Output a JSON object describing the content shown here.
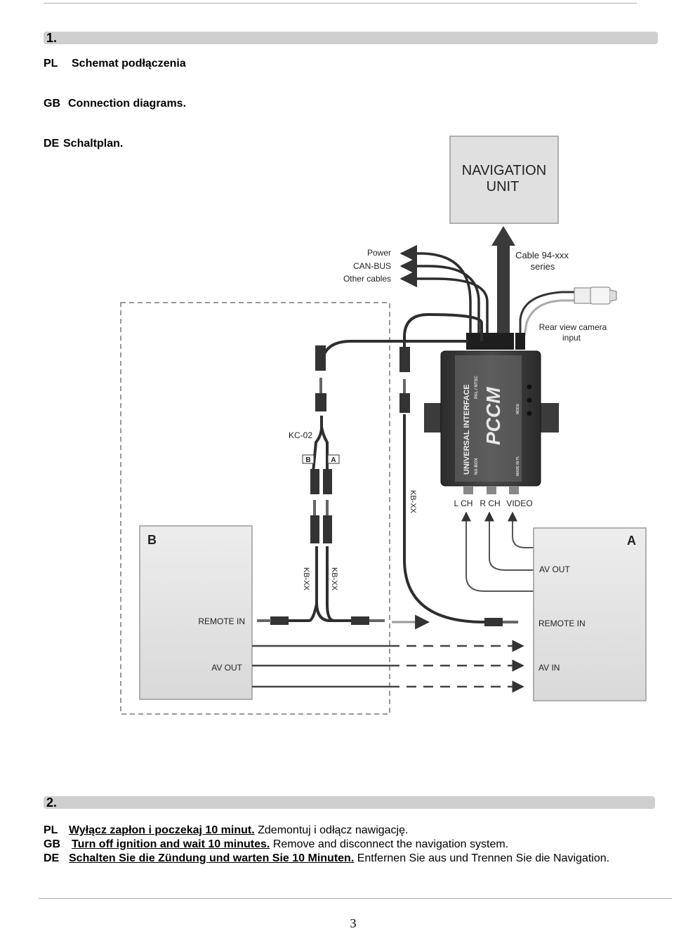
{
  "section1": {
    "number": "1.",
    "lines": [
      {
        "code": "PL",
        "text": "Schemat podłączenia"
      },
      {
        "code": "GB",
        "text": "Connection diagrams."
      },
      {
        "code": "DE",
        "text": "Schaltplan."
      }
    ]
  },
  "diagram": {
    "navigation_unit": [
      "NAVIGATION",
      "UNIT"
    ],
    "power": "Power",
    "can_bus": "CAN-BUS",
    "other_cables": "Other cables",
    "cable_series": [
      "Cable 94-xxx",
      "series"
    ],
    "rear_camera": [
      "Rear view camera",
      "input"
    ],
    "kc02": "KC-02",
    "tag_b": "B",
    "tag_a": "A",
    "kbxx": "KB-XX",
    "interface_title": "UNIVERSAL INTERFACE",
    "interface_brand": "PCCM",
    "interface_model": "NA-BOX",
    "interface_standard": "PAL / NTSC",
    "interface_made": "MADE IN PL",
    "interface_mode": "MODE",
    "lch": "L CH",
    "rch": "R CH",
    "video": "VIDEO",
    "box_b": {
      "label": "B",
      "remote_in": "REMOTE IN",
      "av_out": "AV OUT"
    },
    "box_a": {
      "label": "A",
      "av_out": "AV OUT",
      "remote_in": "REMOTE IN",
      "av_in": "AV IN"
    }
  },
  "section2": {
    "number": "2.",
    "lines": [
      {
        "code": "PL",
        "bold": "Wyłącz zapłon i poczekaj 10 minut.",
        "rest": " Zdemontuj i odłącz nawigację."
      },
      {
        "code": "GB",
        "bold": "Turn off ignition and wait 10 minutes.",
        "rest": " Remove and disconnect the navigation system."
      },
      {
        "code": "DE",
        "bold": "Schalten Sie die Zündung und warten Sie 10 Minuten.",
        "rest": " Entfernen Sie aus und Trennen Sie die Navigation."
      }
    ]
  },
  "page_number": "3"
}
